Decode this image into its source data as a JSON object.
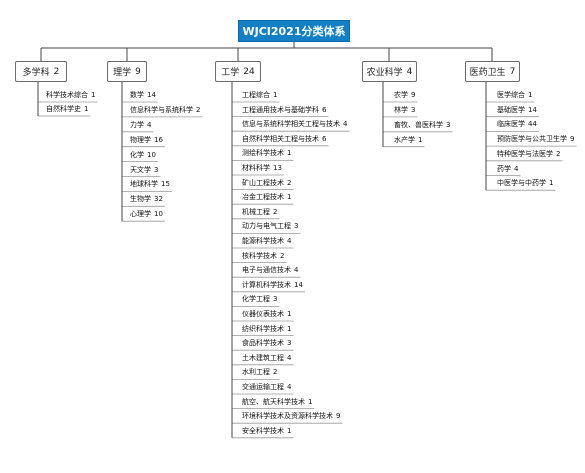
{
  "root": {
    "label": "WJCI2021分类体系"
  },
  "categories": [
    {
      "key": "duoxueke",
      "label": "多学科",
      "count": "2",
      "items": [
        {
          "label": "科学技术综合",
          "count": "1"
        },
        {
          "label": "自然科学史",
          "count": "1"
        }
      ]
    },
    {
      "key": "like",
      "label": "理学",
      "count": "9",
      "items": [
        {
          "label": "数学",
          "count": "14"
        },
        {
          "label": "信息科学与系统科学",
          "count": "2"
        },
        {
          "label": "力学",
          "count": "4"
        },
        {
          "label": "物理学",
          "count": "16"
        },
        {
          "label": "化学",
          "count": "10"
        },
        {
          "label": "天文学",
          "count": "3"
        },
        {
          "label": "地球科学",
          "count": "15"
        },
        {
          "label": "生物学",
          "count": "32"
        },
        {
          "label": "心理学",
          "count": "10"
        }
      ]
    },
    {
      "key": "gongxue",
      "label": "工学",
      "count": "24",
      "items": [
        {
          "label": "工程综合",
          "count": "1"
        },
        {
          "label": "工程通用技术与基础学科",
          "count": "6"
        },
        {
          "label": "信息与系统科学相关工程与技术",
          "count": "4"
        },
        {
          "label": "自然科学相关工程与技术",
          "count": "6"
        },
        {
          "label": "测绘科学技术",
          "count": "1"
        },
        {
          "label": "材料科学",
          "count": "13"
        },
        {
          "label": "矿山工程技术",
          "count": "2"
        },
        {
          "label": "冶金工程技术",
          "count": "1"
        },
        {
          "label": "机械工程",
          "count": "2"
        },
        {
          "label": "动力与电气工程",
          "count": "3"
        },
        {
          "label": "能源科学技术",
          "count": "4"
        },
        {
          "label": "核科学技术",
          "count": "2"
        },
        {
          "label": "电子与通信技术",
          "count": "4"
        },
        {
          "label": "计算机科学技术",
          "count": "14"
        },
        {
          "label": "化学工程",
          "count": "3"
        },
        {
          "label": "仪器仪表技术",
          "count": "1"
        },
        {
          "label": "纺织科学技术",
          "count": "1"
        },
        {
          "label": "食品科学技术",
          "count": "3"
        },
        {
          "label": "土木建筑工程",
          "count": "4"
        },
        {
          "label": "水利工程",
          "count": "2"
        },
        {
          "label": "交通运输工程",
          "count": "4"
        },
        {
          "label": "航空、航天科学技术",
          "count": "1"
        },
        {
          "label": "环境科学技术及资源科学技术",
          "count": "9"
        },
        {
          "label": "安全科学技术",
          "count": "1"
        }
      ]
    },
    {
      "key": "nongye",
      "label": "农业科学",
      "count": "4",
      "items": [
        {
          "label": "农学",
          "count": "9"
        },
        {
          "label": "林学",
          "count": "3"
        },
        {
          "label": "畜牧、兽医科学",
          "count": "3"
        },
        {
          "label": "水产学",
          "count": "1"
        }
      ]
    },
    {
      "key": "yiyao",
      "label": "医药卫生",
      "count": "7",
      "items": [
        {
          "label": "医学综合",
          "count": "1"
        },
        {
          "label": "基础医学",
          "count": "14"
        },
        {
          "label": "临床医学",
          "count": "44"
        },
        {
          "label": "预防医学与公共卫生学",
          "count": "9"
        },
        {
          "label": "特种医学与法医学",
          "count": "2"
        },
        {
          "label": "药学",
          "count": "4"
        },
        {
          "label": "中医学与中药学",
          "count": "1"
        }
      ]
    }
  ],
  "colors": {
    "root_fill": "#1380c6",
    "root_text": "#ffffff",
    "line": "#444444",
    "node_border": "#6b6b6b"
  }
}
